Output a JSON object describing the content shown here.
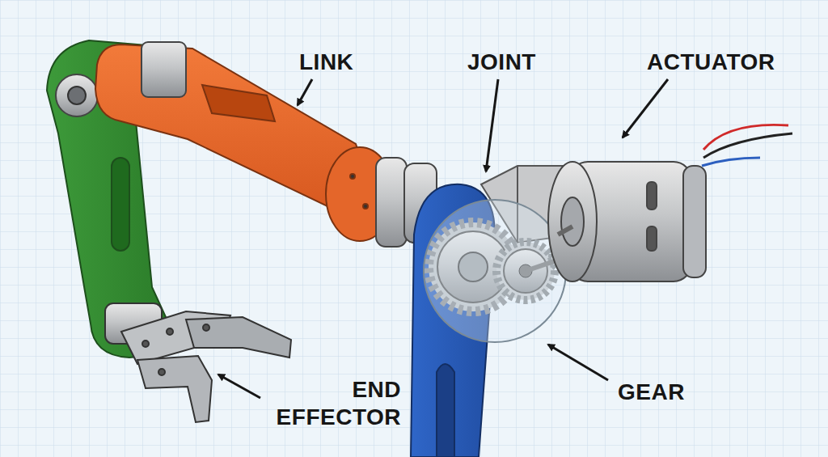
{
  "diagram": {
    "labels": [
      "LINK",
      "JOINT",
      "ACTUATOR",
      "END EFFECTOR",
      "GEAR"
    ]
  }
}
